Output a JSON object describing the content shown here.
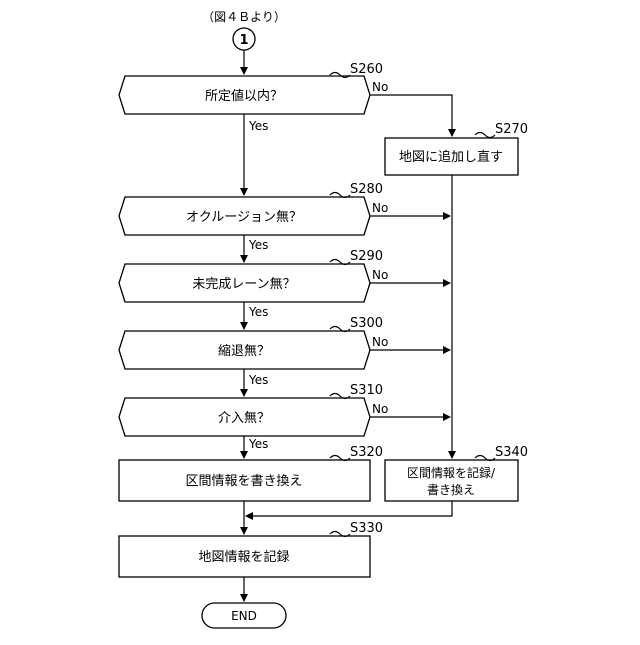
{
  "from_label": "（図４Ｂより）",
  "connector": "1",
  "yes": "Yes",
  "no": "No",
  "steps": {
    "s260": {
      "id": "S260",
      "text": "所定値以内？"
    },
    "s270": {
      "id": "S270",
      "text": "地図に追加し直す"
    },
    "s280": {
      "id": "S280",
      "text": "オクルージョン無？"
    },
    "s290": {
      "id": "S290",
      "text": "未完成レーン無？"
    },
    "s300": {
      "id": "S300",
      "text": "縮退無？"
    },
    "s310": {
      "id": "S310",
      "text": "介入無？"
    },
    "s320": {
      "id": "S320",
      "text": "区間情報を書き換え"
    },
    "s340": {
      "id": "S340",
      "line1": "区間情報を記録/",
      "line2": "書き換え"
    },
    "s330": {
      "id": "S330",
      "text": "地図情報を記録"
    }
  },
  "end": "END"
}
